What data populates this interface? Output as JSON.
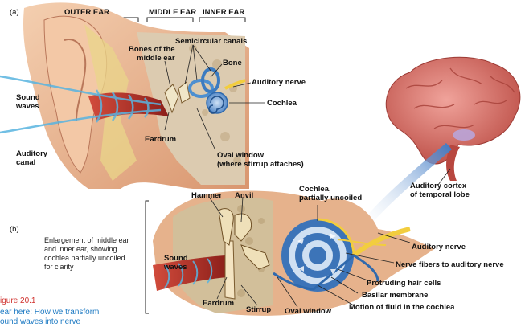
{
  "panel_a": {
    "tag": "(a)",
    "headers": {
      "outer": "OUTER EAR",
      "middle": "MIDDLE EAR",
      "inner": "INNER EAR"
    },
    "labels": {
      "sound_waves": "Sound\nwaves",
      "auditory_canal": "Auditory\ncanal",
      "bones_middle_ear": "Bones of the\nmiddle ear",
      "semicircular_canals": "Semicircular canals",
      "bone": "Bone",
      "auditory_nerve": "Auditory nerve",
      "cochlea": "Cochlea",
      "eardrum": "Eardrum",
      "oval_window": "Oval window\n(where stirrup attaches)"
    }
  },
  "brain": {
    "auditory_cortex": "Auditory cortex\nof temporal lobe"
  },
  "panel_b": {
    "tag": "(b)",
    "caption": "Enlargement of middle ear\nand inner ear, showing\ncochlea partially uncoiled\nfor clarity",
    "labels": {
      "hammer": "Hammer",
      "anvil": "Anvil",
      "cochlea_uncoiled": "Cochlea,\npartially uncoiled",
      "sound_waves": "Sound\nwaves",
      "auditory_nerve": "Auditory nerve",
      "nerve_fibers": "Nerve fibers to auditory nerve",
      "hair_cells": "Protruding hair cells",
      "basilar": "Basilar membrane",
      "fluid_motion": "Motion of fluid in the cochlea",
      "eardrum": "Eardrum",
      "stirrup": "Stirrup",
      "oval_window": "Oval window"
    }
  },
  "figure": {
    "number": "igure 20.1",
    "title": "ear here: How we transform\nound waves into nerve"
  },
  "colors": {
    "skin": "#e8b48f",
    "canal_red": "#b8332a",
    "bone": "#d9c8a3",
    "nerve_yellow": "#f2cd3e",
    "cochlea_blue": "#4a86c5",
    "brain_pink": "#d9736f",
    "arrow_blue": "#3b78c4",
    "figure_red": "#d0312d",
    "figure_blue": "#1a78c2"
  }
}
